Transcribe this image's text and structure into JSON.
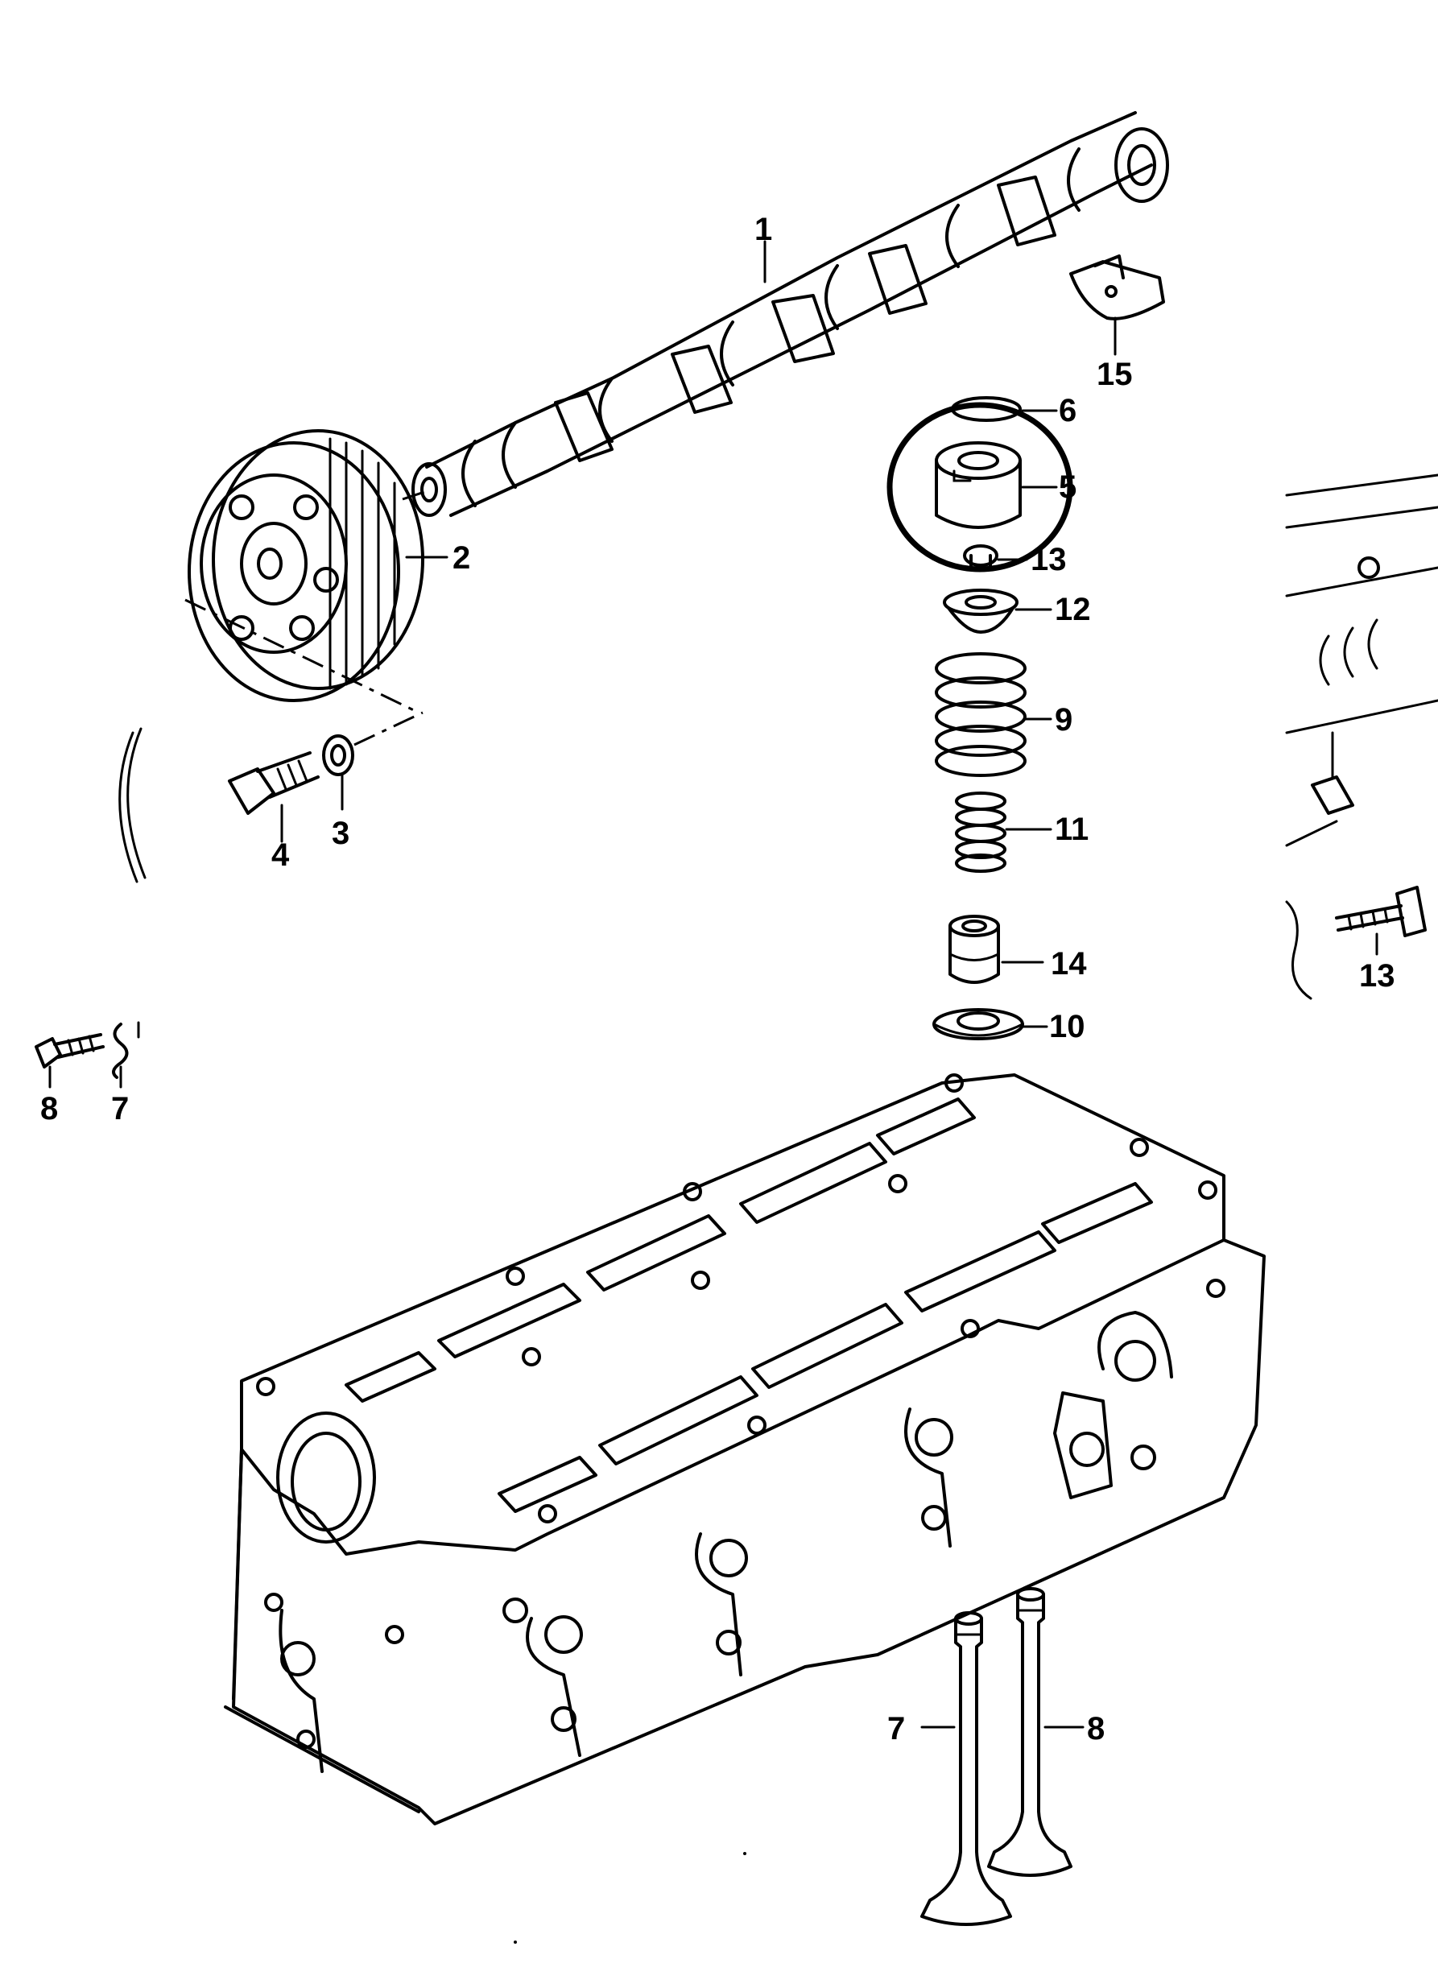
{
  "callouts": {
    "c1": "1",
    "c2": "2",
    "c3": "3",
    "c4": "4",
    "c5": "5",
    "c6": "6",
    "c7a": "7",
    "c8a": "8",
    "c9": "9",
    "c10": "10",
    "c11": "11",
    "c12": "12",
    "c13a": "13",
    "c13b": "13",
    "c14": "14",
    "c15": "15",
    "c7b": "7",
    "c8b": "8"
  }
}
